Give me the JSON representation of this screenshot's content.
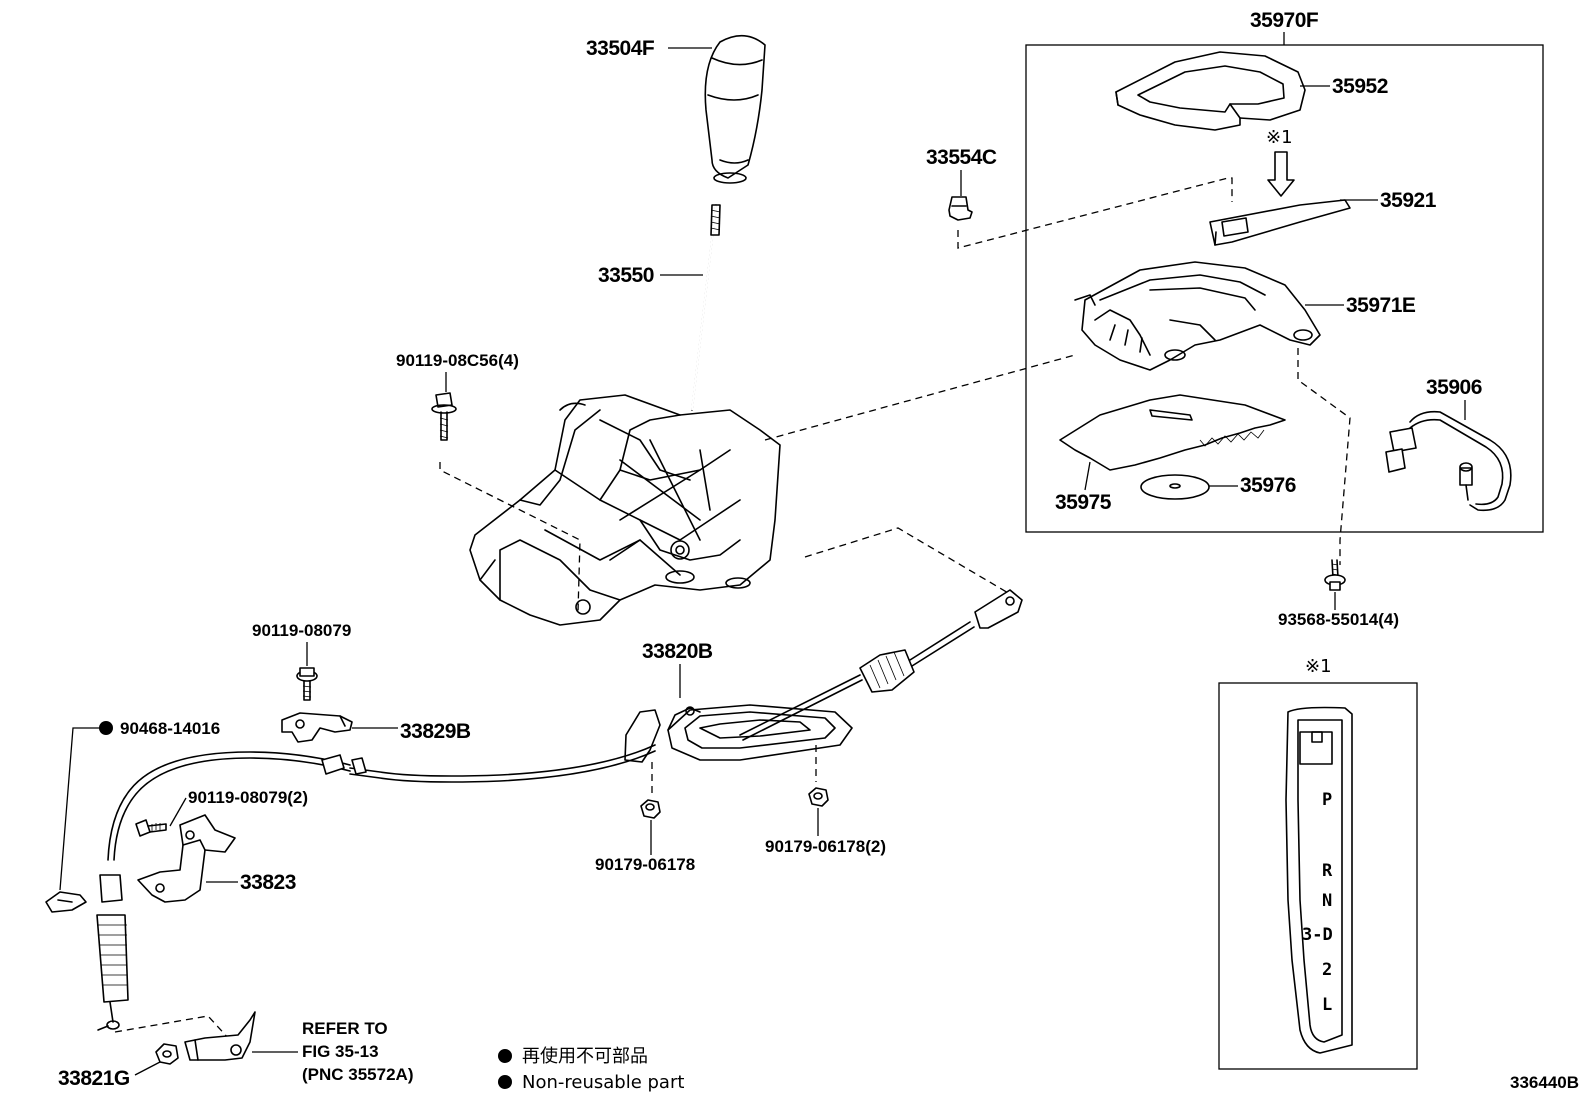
{
  "diagram_id": "336440B",
  "parts": {
    "p33504F": "33504F",
    "p33550": "33550",
    "p90119_08C56": "90119-08C56(4)",
    "p33554C": "33554C",
    "p35970F": "35970F",
    "p35952": "35952",
    "p35921": "35921",
    "p35971E": "35971E",
    "p35906": "35906",
    "p35975": "35975",
    "p35976": "35976",
    "p93568": "93568-55014(4)",
    "p90119_08079_a": "90119-08079",
    "p33829B": "33829B",
    "p33820B": "33820B",
    "p90468": "90468-14016",
    "p90119_08079_b": "90119-08079(2)",
    "p33823": "33823",
    "p90179_a": "90179-06178",
    "p90179_b": "90179-06178(2)",
    "p33821G": "33821G"
  },
  "marks": {
    "ref_mark_top": "※1",
    "ref_mark_inset": "※1"
  },
  "refer": {
    "line1": "REFER TO",
    "line2": "FIG 35-13",
    "line3": "(PNC 35572A)"
  },
  "legend": {
    "jp": "再使用不可部品",
    "en": "Non-reusable part"
  },
  "selector_positions": [
    "P",
    "R",
    "N",
    "3-D",
    "2",
    "L"
  ]
}
